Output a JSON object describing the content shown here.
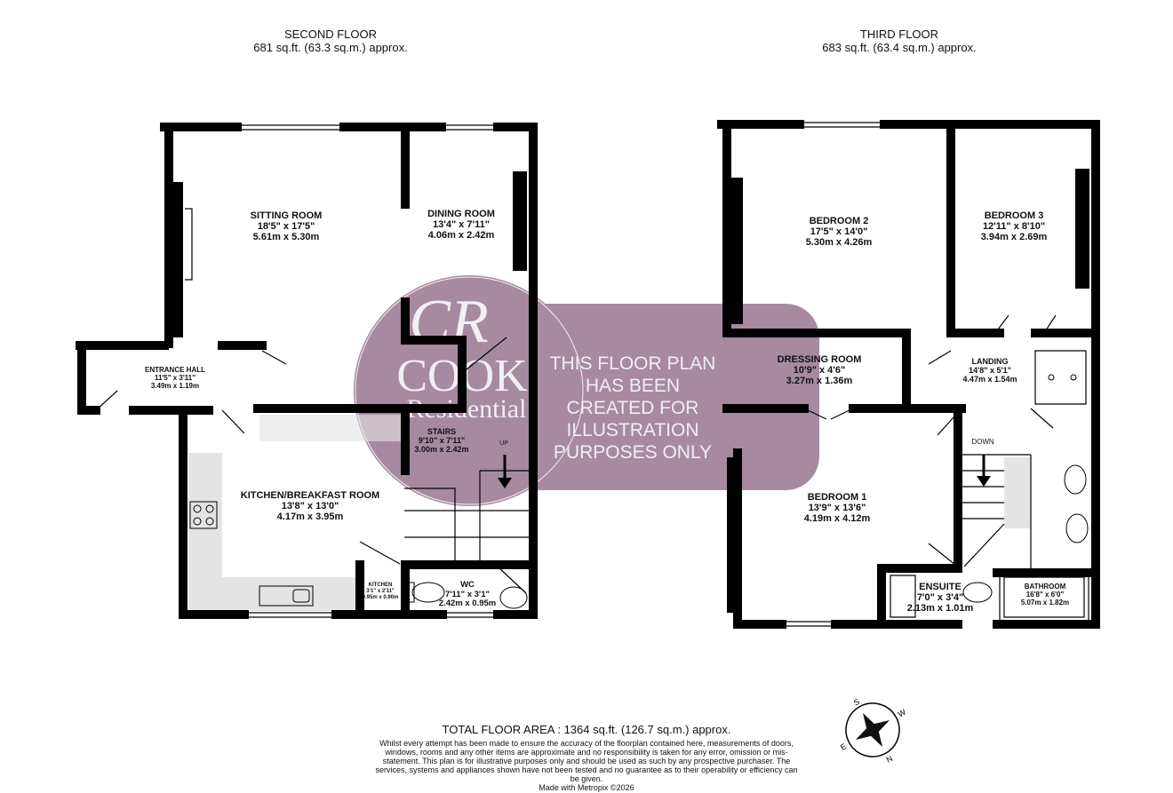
{
  "second_floor": {
    "title": "SECOND FLOOR",
    "area": "681 sq.ft. (63.3 sq.m.) approx.",
    "rooms": [
      {
        "name": "SITTING ROOM",
        "imperial": "18'5\" x 17'5\"",
        "metric": "5.61m x 5.30m"
      },
      {
        "name": "DINING ROOM",
        "imperial": "13'4\" x 7'11\"",
        "metric": "4.06m x 2.42m"
      },
      {
        "name": "ENTRANCE HALL",
        "imperial": "11'5\" x 3'11\"",
        "metric": "3.49m x 1.19m"
      },
      {
        "name": "STAIRS",
        "imperial": "9'10\" x 7'11\"",
        "metric": "3.00m x 2.42m"
      },
      {
        "name": "KITCHEN/BREAKFAST ROOM",
        "imperial": "13'8\" x 13'0\"",
        "metric": "4.17m x 3.95m"
      },
      {
        "name": "KITCHEN",
        "imperial": "3'1\" x 2'11\"",
        "metric": "0.95m x 0.90m"
      },
      {
        "name": "WC",
        "imperial": "7'11\" x 3'1\"",
        "metric": "2.42m x 0.95m"
      }
    ],
    "stairs_label": "UP"
  },
  "third_floor": {
    "title": "THIRD FLOOR",
    "area": "683 sq.ft. (63.4 sq.m.) approx.",
    "rooms": [
      {
        "name": "BEDROOM 2",
        "imperial": "17'5\" x 14'0\"",
        "metric": "5.30m x 4.26m"
      },
      {
        "name": "BEDROOM 3",
        "imperial": "12'11\" x 8'10\"",
        "metric": "3.94m x 2.69m"
      },
      {
        "name": "DRESSING ROOM",
        "imperial": "10'9\" x 4'6\"",
        "metric": "3.27m x 1.36m"
      },
      {
        "name": "LANDING",
        "imperial": "14'8\" x 5'1\"",
        "metric": "4.47m x 1.54m"
      },
      {
        "name": "BEDROOM 1",
        "imperial": "13'9\" x 13'6\"",
        "metric": "4.19m x 4.12m"
      },
      {
        "name": "ENSUITE",
        "imperial": "7'0\" x 3'4\"",
        "metric": "2.13m x 1.01m"
      },
      {
        "name": "BATHROOM",
        "imperial": "16'8\" x 6'0\"",
        "metric": "5.07m x 1.82m"
      }
    ],
    "stairs_label": "DOWN"
  },
  "watermark": {
    "logo_text": [
      "CR",
      "COOK",
      "Residential"
    ],
    "notice": "THIS FLOOR PLAN HAS BEEN CREATED FOR ILLUSTRATION PURPOSES ONLY",
    "color": "#a78a9f"
  },
  "compass": {
    "icon": "compass-rose-icon",
    "labels": [
      "N",
      "E",
      "S",
      "W"
    ]
  },
  "footer": {
    "total_area": "TOTAL FLOOR AREA : 1364 sq.ft. (126.7 sq.m.) approx.",
    "disclaimer": "Whilst every attempt has been made to ensure the accuracy of the floorplan contained here, measurements of doors, windows, rooms and any other items are approximate and no responsibility is taken for any error, omission or mis-statement. This plan is for illustrative purposes only and should be used as such by any prospective purchaser. The services, systems and appliances shown have not been tested and no guarantee as to their operability or efficiency can be given.",
    "credit": "Made with Metropix ©2026"
  }
}
